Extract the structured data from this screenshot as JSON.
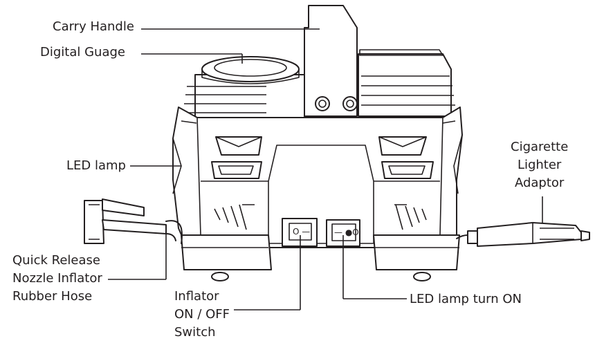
{
  "labels": {
    "carry_handle": "Carry Handle",
    "digital_gauge": "Digital Guage",
    "led_lamp": "LED lamp",
    "quick_release": [
      "Quick Release",
      "Nozzle Inflator",
      "Rubber Hose"
    ],
    "inflator_switch": [
      "Inflator",
      "ON / OFF",
      "Switch"
    ],
    "led_lamp_turn_on": "LED lamp turn ON",
    "cigarette_adaptor": [
      "Cigarette",
      "Lighter",
      "Adaptor"
    ]
  },
  "switch_marks": {
    "inflator": "O  —",
    "lamp": "—  ●O"
  },
  "colors": {
    "ink": "#231f20",
    "background": "#ffffff"
  }
}
